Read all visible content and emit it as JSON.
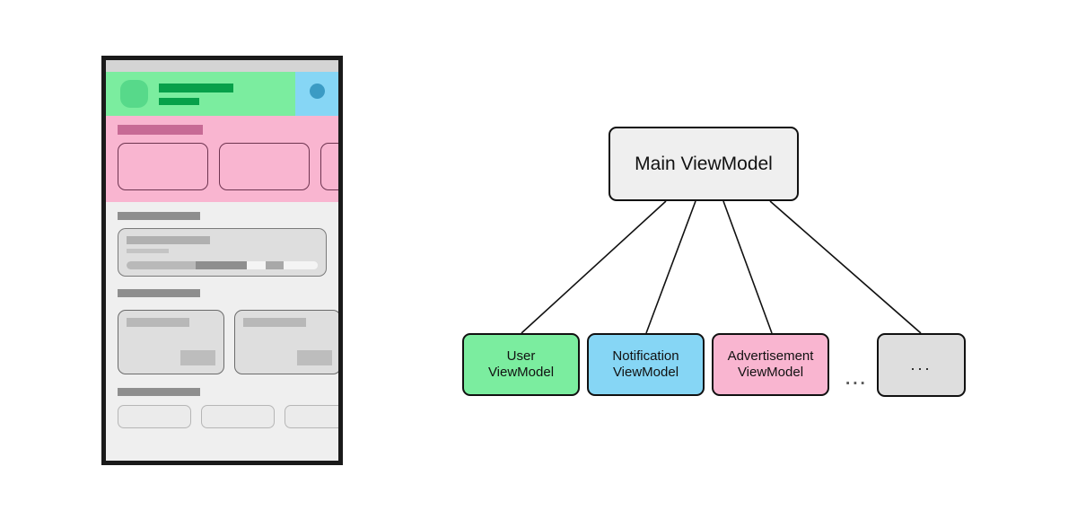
{
  "diagram": {
    "type": "hierarchy-tree",
    "root": {
      "label": "Main ViewModel",
      "color": "#efefef"
    },
    "children": [
      {
        "label": "User\nViewModel",
        "line1": "User",
        "line2": "ViewModel",
        "color": "#7bed9f"
      },
      {
        "label": "Notification\nViewModel",
        "line1": "Notification",
        "line2": "ViewModel",
        "color": "#86d6f5"
      },
      {
        "label": "Advertisement\nViewModel",
        "line1": "Advertisement",
        "line2": "ViewModel",
        "color": "#f9b5d0"
      },
      {
        "label": "...",
        "line1": "...",
        "line2": "",
        "color": "#dedede"
      }
    ],
    "ellipsis_separator": "...",
    "edge_count": 4
  },
  "phone_mockup": {
    "status_bar": {
      "color": "#d4d4d4"
    },
    "header": {
      "color": "#7bed9f",
      "avatar": "avatar-blob",
      "title_bar": "",
      "subtitle_bar": "",
      "accent_panel_color": "#86d6f5",
      "accent_dot_color": "#3b9bc4"
    },
    "pink_section": {
      "color": "#f9b5d0",
      "label_color": "#c76a95",
      "card_count": 3
    },
    "gray_section": {
      "color": "#efefef",
      "label_color": "#8e8e8e",
      "progress_segments": [
        {
          "width_pct": 36,
          "color": "#b9b9b9"
        },
        {
          "width_pct": 27,
          "color": "#8e8e8e"
        },
        {
          "width_pct": 10,
          "color": "#f4f4f4"
        },
        {
          "width_pct": 9,
          "color": "#a8a8a8"
        },
        {
          "width_pct": 18,
          "color": "#f4f4f4"
        }
      ],
      "info_card_count": 2,
      "pill_count": 3
    }
  },
  "colors": {
    "green": "#7bed9f",
    "blue": "#86d6f5",
    "pink": "#f9b5d0",
    "gray": "#dedede",
    "stroke": "#111111",
    "background": "#ffffff"
  }
}
